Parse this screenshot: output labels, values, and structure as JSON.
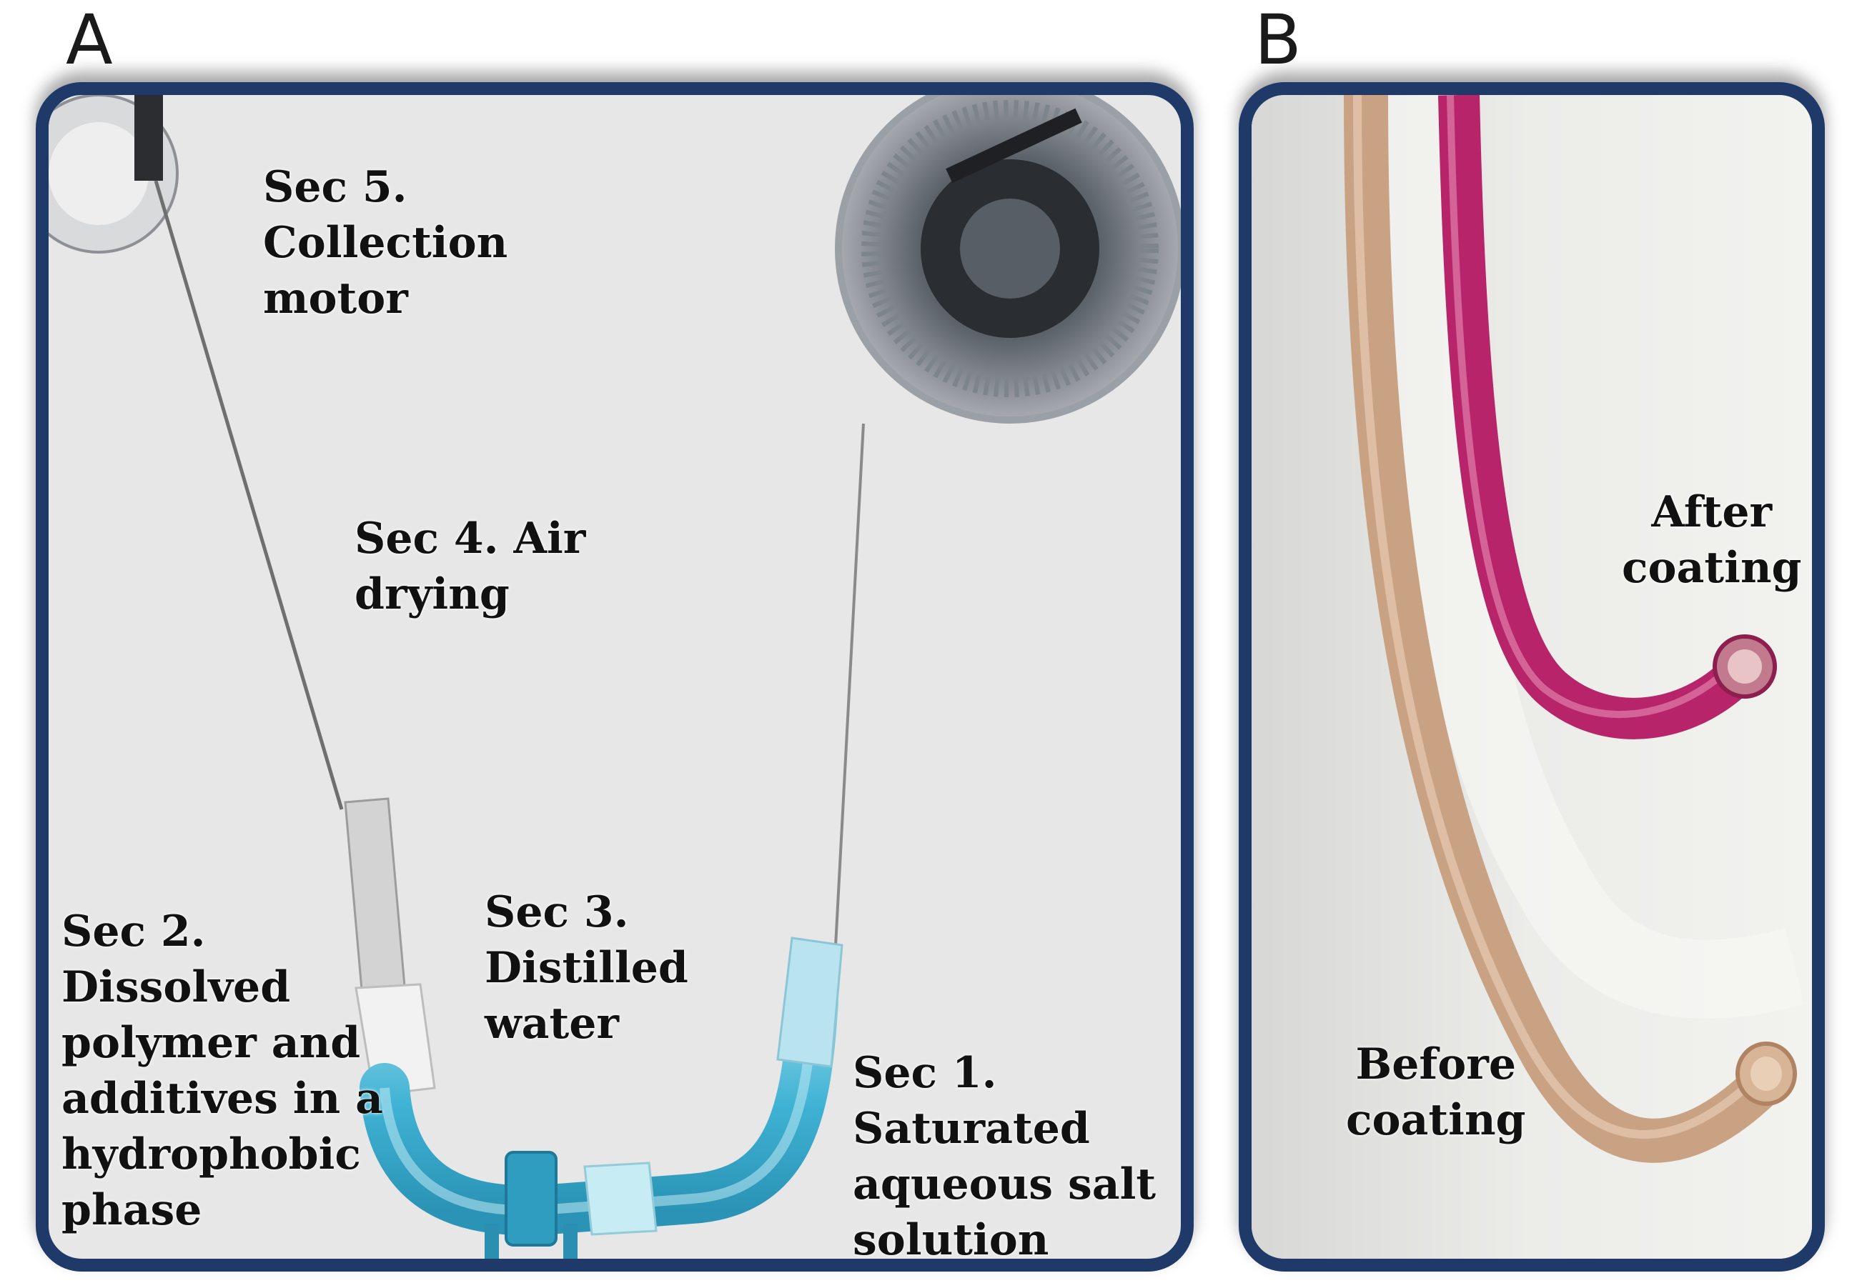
{
  "panels": {
    "a": {
      "letter": "A",
      "sec5": [
        "Sec 5.",
        "Collection",
        "motor"
      ],
      "sec4": [
        "Sec 4. Air",
        "drying"
      ],
      "sec3": [
        "Sec 3.",
        "Distilled",
        "water"
      ],
      "sec2": [
        "Sec 2.",
        "Dissolved",
        "polymer and",
        "additives in a",
        "hydrophobic",
        "phase"
      ],
      "sec1": [
        "Sec 1.",
        "Saturated",
        "aqueous salt",
        "solution"
      ]
    },
    "b": {
      "letter": "B",
      "after": [
        "After",
        "coating"
      ],
      "before": [
        "Before",
        "coating"
      ]
    }
  },
  "colors": {
    "frame": "#1f3a68",
    "solution_blue": "#46b7d6",
    "after_tube": "#b8246a",
    "before_tube": "#c8a183"
  }
}
